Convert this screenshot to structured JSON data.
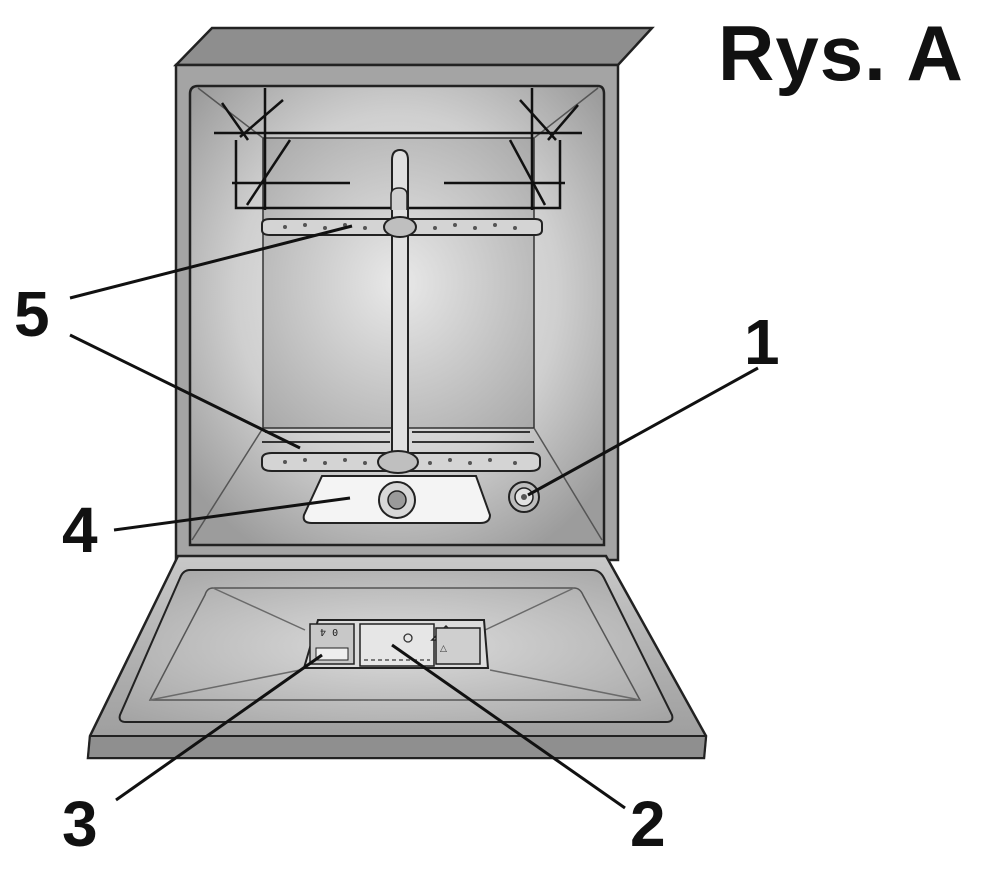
{
  "title": "Rys. A",
  "callouts": {
    "c1": "1",
    "c2": "2",
    "c3": "3",
    "c4": "4",
    "c5": "5"
  },
  "dispenser_marks": {
    "left_top": "0 4",
    "right_symbol": "△"
  },
  "colors": {
    "outline": "#222222",
    "cabinet": "#9a9a9a",
    "interior_light": "#e4e4e4",
    "interior_dark": "#8a8a8a",
    "door": "#b0b0b0"
  }
}
